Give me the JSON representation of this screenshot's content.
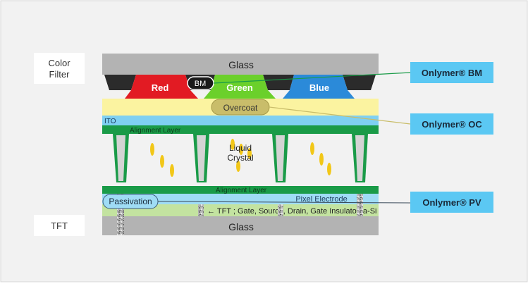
{
  "side_labels": {
    "color_filter": [
      "Color",
      "Filter"
    ],
    "tft": "TFT"
  },
  "layers": {
    "top_glass": "Glass",
    "bottom_glass": "Glass",
    "ito": "ITO",
    "alignment_top": "Alignment Layer",
    "alignment_bottom": "Alignment Layer",
    "liquid_crystal": [
      "Liquid",
      "Crystal"
    ],
    "pixel_electrode": "Pixel Electrode",
    "tft_note": "← TFT ; Gate, Source, Drain, Gate Insulator, a-Si"
  },
  "color_filters": {
    "red": "Red",
    "green": "Green",
    "blue": "Blue"
  },
  "bubbles": {
    "bm": "BM",
    "overcoat": "Overcoat",
    "passivation": "Passivation"
  },
  "products": {
    "bm": "Onlymer® BM",
    "oc": "Onlymer® OC",
    "pv": "Onlymer® PV"
  },
  "colors": {
    "background": "#f2f2f2",
    "glass": "#b3b3b3",
    "black_matrix": "#2b2b2b",
    "red": "#e21b23",
    "green": "#6bd02b",
    "blue": "#2b8ad9",
    "overcoat_layer": "#fbf3a0",
    "overcoat_bubble": "#c9bd6a",
    "ito": "#7fd0f2",
    "alignment": "#1a9b48",
    "passivation_layer": "#9fdcf5",
    "tft_layer": "#c3e3a0",
    "crystal": "#f2c718",
    "product_box": "#5bc8f3"
  }
}
